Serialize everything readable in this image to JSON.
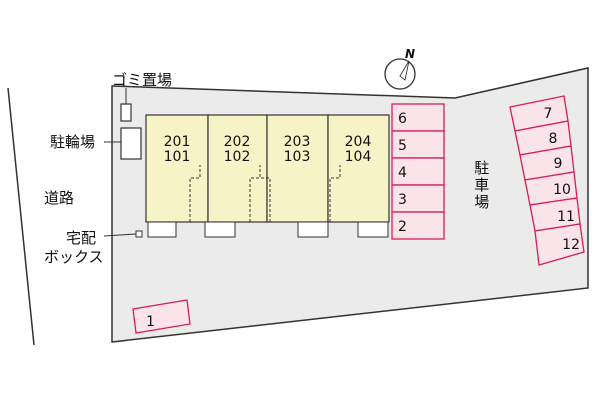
{
  "labels": {
    "garbage": "ゴミ置場",
    "bicycle": "駐輪場",
    "road": "道路",
    "parcel_box_line1": "宅配",
    "parcel_box_line2": "ボックス",
    "parking": "駐車場",
    "north": "N"
  },
  "units": [
    {
      "upper": "201",
      "lower": "101"
    },
    {
      "upper": "202",
      "lower": "102"
    },
    {
      "upper": "203",
      "lower": "103"
    },
    {
      "upper": "204",
      "lower": "104"
    }
  ],
  "parking_left": [
    "6",
    "5",
    "4",
    "3",
    "2"
  ],
  "parking_right": [
    "7",
    "8",
    "9",
    "10",
    "11",
    "12"
  ],
  "parking_bottom": [
    "1"
  ],
  "colors": {
    "lot": "#ebebeb",
    "building": "#f6f4c6",
    "parking_fill": "#fbe3ea",
    "parking_stroke": "#d6204f",
    "outline": "#333333"
  }
}
